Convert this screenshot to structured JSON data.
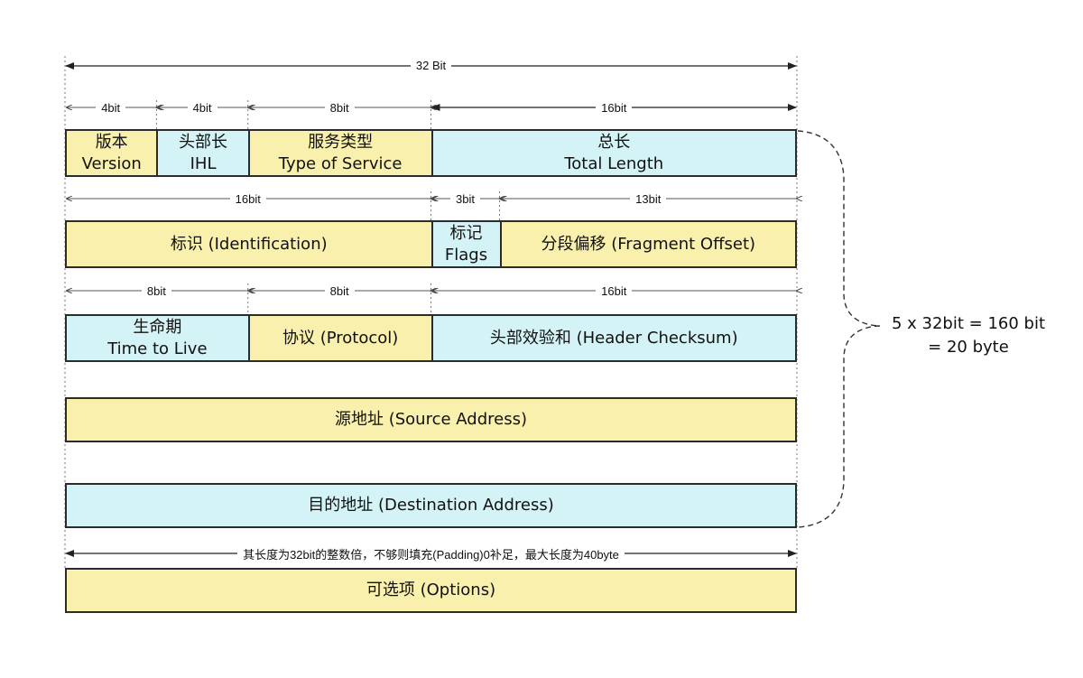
{
  "colors": {
    "yellow_field": "#f8f0ac",
    "cyan_field": "#d4f3f6",
    "border": "#2b2b2b",
    "guide": "#777777"
  },
  "diagram": {
    "width_label": "32 Bit",
    "rows": [
      {
        "dimensions": [
          "4bit",
          "4bit",
          "8bit",
          "16bit"
        ],
        "fields": [
          {
            "name": "version",
            "lines": [
              "版本",
              "Version"
            ],
            "color": "yellow"
          },
          {
            "name": "ihl",
            "lines": [
              "头部长",
              "IHL"
            ],
            "color": "cyan"
          },
          {
            "name": "type-of-service",
            "lines": [
              "服务类型",
              "Type of Service"
            ],
            "color": "yellow"
          },
          {
            "name": "total-length",
            "lines": [
              "总长",
              "Total Length"
            ],
            "color": "cyan"
          }
        ]
      },
      {
        "dimensions": [
          "16bit",
          "3bit",
          "13bit"
        ],
        "fields": [
          {
            "name": "identification",
            "lines": [
              "标识 (Identification)"
            ],
            "color": "yellow"
          },
          {
            "name": "flags",
            "lines": [
              "标记",
              "Flags"
            ],
            "color": "cyan"
          },
          {
            "name": "fragment-offset",
            "lines": [
              "分段偏移 (Fragment Offset)"
            ],
            "color": "yellow"
          }
        ]
      },
      {
        "dimensions": [
          "8bit",
          "8bit",
          "16bit"
        ],
        "fields": [
          {
            "name": "time-to-live",
            "lines": [
              "生命期",
              "Time to Live"
            ],
            "color": "cyan"
          },
          {
            "name": "protocol",
            "lines": [
              "协议 (Protocol)"
            ],
            "color": "yellow"
          },
          {
            "name": "header-checksum",
            "lines": [
              "头部效验和 (Header Checksum)"
            ],
            "color": "cyan"
          }
        ]
      },
      {
        "dimensions": [],
        "fields": [
          {
            "name": "source-address",
            "lines": [
              "源地址 (Source Address)"
            ],
            "color": "yellow"
          }
        ]
      },
      {
        "dimensions": [],
        "fields": [
          {
            "name": "destination-address",
            "lines": [
              "目的地址 (Destination Address)"
            ],
            "color": "cyan"
          }
        ]
      },
      {
        "dimensions": [
          "其长度为32bit的整数倍，不够则填充(Padding)0补足，最大长度为40byte"
        ],
        "fields": [
          {
            "name": "options",
            "lines": [
              "可选项 (Options)"
            ],
            "color": "yellow"
          }
        ]
      }
    ],
    "header_total": {
      "lines": [
        "5 x 32bit = 160 bit",
        "= 20 byte"
      ]
    }
  }
}
